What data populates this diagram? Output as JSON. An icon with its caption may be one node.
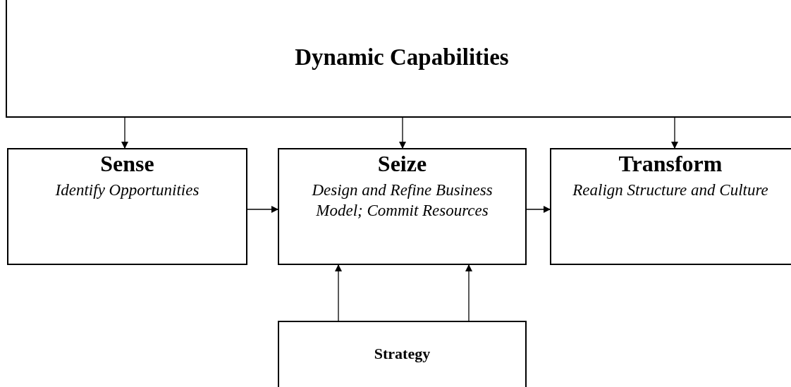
{
  "diagram": {
    "nodes": [
      {
        "text": [
          "Dynamic Capabilities"
        ]
      },
      {
        "text": [
          "Sense",
          "Identify Opportunities"
        ]
      },
      {
        "text": [
          "Seize",
          "Design and Refine Business Model; Commit Resources"
        ]
      },
      {
        "text": [
          "Transform",
          "Realign Structure and Culture"
        ]
      },
      {
        "text": [
          "Strategy"
        ]
      }
    ],
    "edges": [
      {
        "from": 0,
        "to": 1,
        "arrow": "to"
      },
      {
        "from": 0,
        "to": 2,
        "arrow": "to"
      },
      {
        "from": 0,
        "to": 3,
        "arrow": "to"
      },
      {
        "from": 1,
        "to": 2,
        "arrow": "to"
      },
      {
        "from": 2,
        "to": 3,
        "arrow": "to"
      },
      {
        "from": 4,
        "to": 2,
        "arrow": "to"
      },
      {
        "from": 4,
        "to": 2,
        "arrow": "to"
      }
    ]
  }
}
